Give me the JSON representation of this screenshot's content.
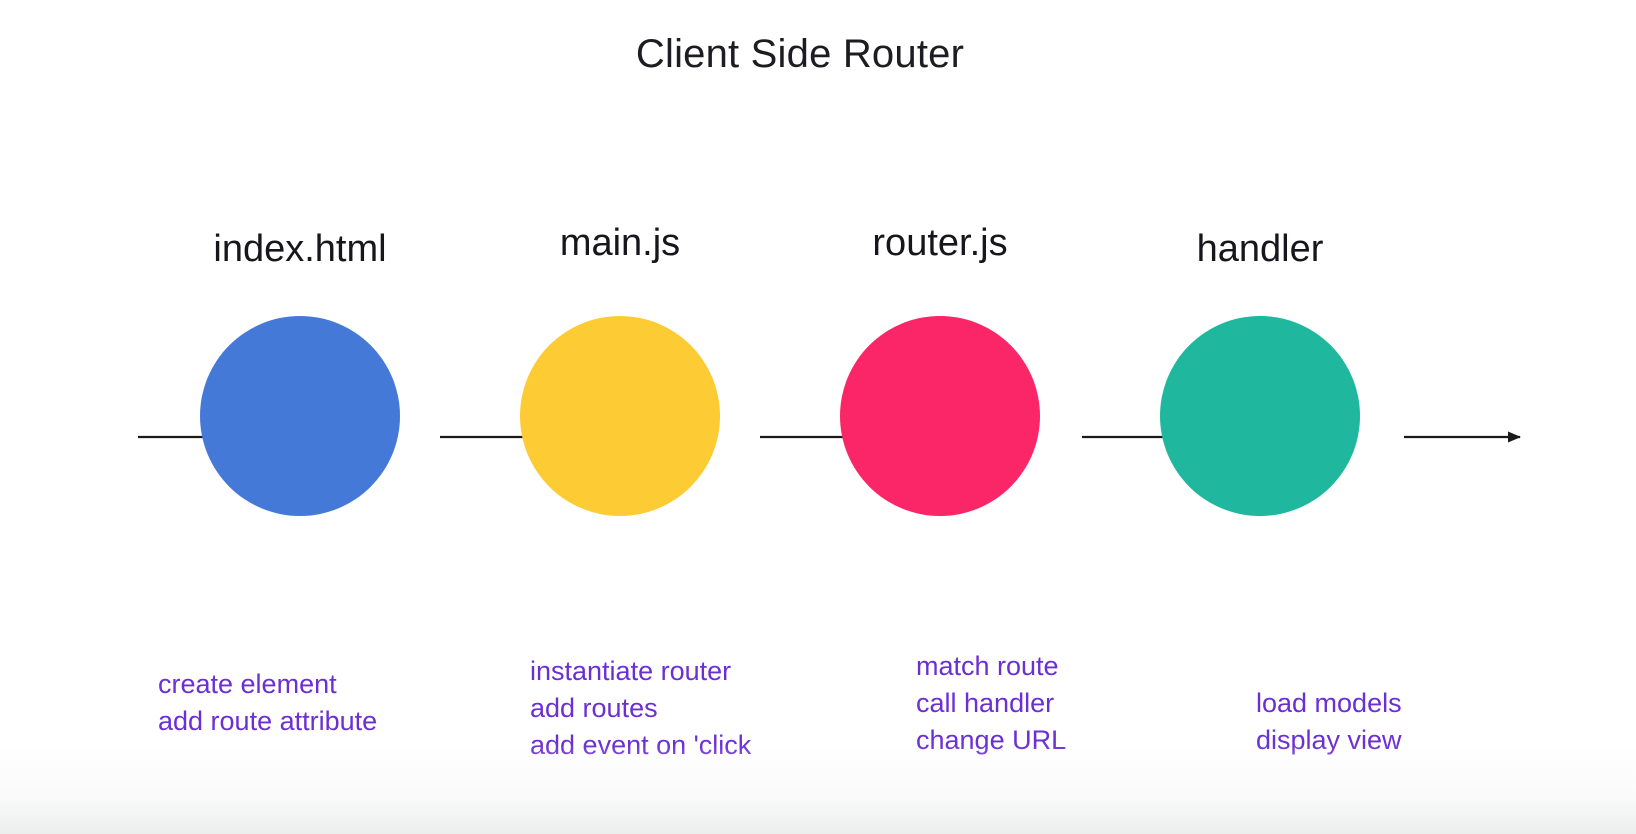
{
  "diagram": {
    "title": "Client Side Router",
    "background_color": "#ffffff",
    "arrow_color": "#1a1a1a",
    "caption_color": "#6b2fd4",
    "label_color": "#16161c",
    "nodes": [
      {
        "id": "index-html",
        "label": "index.html",
        "color": "#4579d8",
        "color_name": "blue",
        "caption_lines": [
          "create element",
          "add route attribute"
        ]
      },
      {
        "id": "main-js",
        "label": "main.js",
        "color": "#fdcb33",
        "color_name": "yellow",
        "caption_lines": [
          "instantiate router",
          "add routes",
          "add event on 'click"
        ]
      },
      {
        "id": "router-js",
        "label": "router.js",
        "color": "#fa2668",
        "color_name": "pink",
        "caption_lines": [
          "match route",
          "call handler",
          "change URL"
        ]
      },
      {
        "id": "handler",
        "label": "handler",
        "color": "#1fb89e",
        "color_name": "teal",
        "caption_lines": [
          "load models",
          "display view"
        ]
      }
    ],
    "arrows": [
      {
        "id": "arrow-in",
        "from": "",
        "to": "index-html"
      },
      {
        "id": "arrow-index-to-main",
        "from": "index-html",
        "to": "main-js"
      },
      {
        "id": "arrow-main-to-router",
        "from": "main-js",
        "to": "router-js"
      },
      {
        "id": "arrow-router-to-handler",
        "from": "router-js",
        "to": "handler"
      },
      {
        "id": "arrow-out",
        "from": "handler",
        "to": ""
      }
    ]
  }
}
